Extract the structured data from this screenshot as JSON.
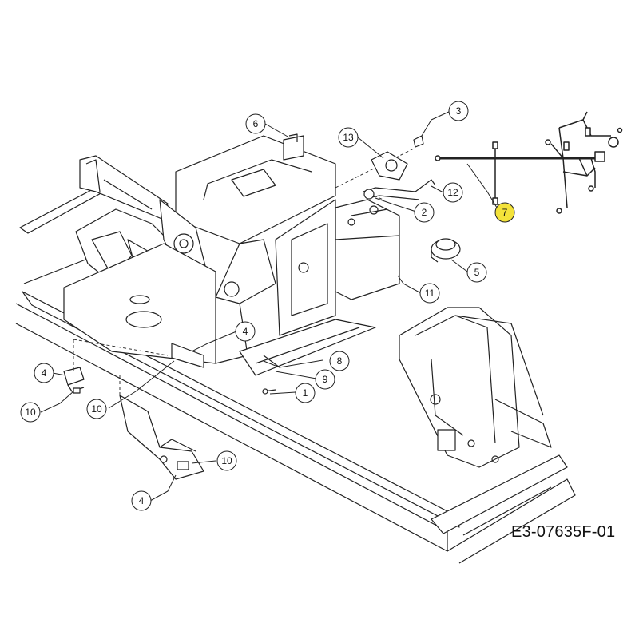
{
  "drawing_code": "E3-07635F-01",
  "callouts": [
    {
      "id": "c1",
      "label": "1"
    },
    {
      "id": "c2",
      "label": "2"
    },
    {
      "id": "c3",
      "label": "3"
    },
    {
      "id": "c4a",
      "label": "4"
    },
    {
      "id": "c4b",
      "label": "4"
    },
    {
      "id": "c4c",
      "label": "4"
    },
    {
      "id": "c5",
      "label": "5"
    },
    {
      "id": "c6",
      "label": "6"
    },
    {
      "id": "c7",
      "label": "7",
      "highlight": "#f3e23a"
    },
    {
      "id": "c8",
      "label": "8"
    },
    {
      "id": "c9",
      "label": "9"
    },
    {
      "id": "c10a",
      "label": "10"
    },
    {
      "id": "c10b",
      "label": "10"
    },
    {
      "id": "c10c",
      "label": "10"
    },
    {
      "id": "c11",
      "label": "11"
    },
    {
      "id": "c12",
      "label": "12"
    },
    {
      "id": "c13",
      "label": "13"
    }
  ],
  "colors": {
    "line": "#222222",
    "fill": "#ffffff",
    "shade": "#e6e6e6",
    "highlight": "#f3e23a"
  }
}
